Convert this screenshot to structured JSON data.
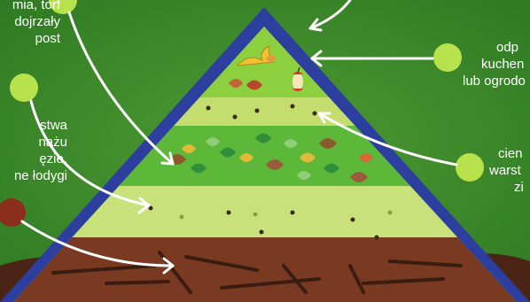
{
  "diagram": {
    "labels": {
      "top_left": [
        "mia, torf",
        "dojrzały",
        "post"
      ],
      "mid_left": [
        "stwa",
        "nażu",
        "ęzie,",
        "ne łodygi"
      ],
      "top_right": [
        "odp",
        "kuchen",
        "lub ogrodo"
      ],
      "mid_right": [
        "cien",
        "warst",
        "zi"
      ]
    }
  },
  "colors": {
    "background": "#3f8a2c",
    "outline": "#2d3f9e",
    "layer_top": "#8ccf3f",
    "layer_thin1": "#c3de6e",
    "layer_leaves": "#5db83a",
    "layer_thin2": "#c9e17a",
    "layer_soil_light": "#b9d762",
    "layer_branches": "#7a3a22",
    "marker_green": "#b8e24b",
    "marker_brown": "#8b2f1c",
    "arrow": "#ffffff"
  },
  "icons": [
    "banana-peel-icon",
    "apple-core-icon",
    "leaf-icon",
    "branch-icon",
    "dot-icon"
  ]
}
